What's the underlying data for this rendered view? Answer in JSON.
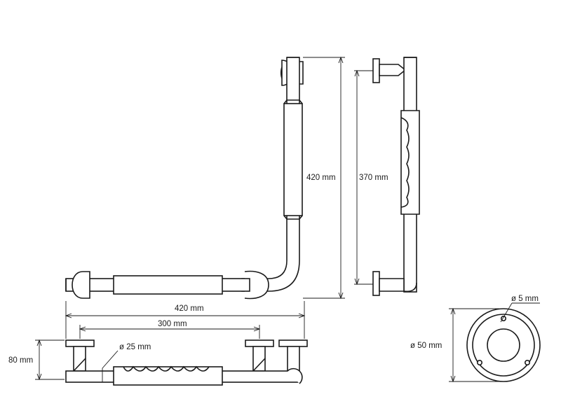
{
  "labels": {
    "side_height": "420 mm",
    "inner_height": "370 mm",
    "total_width": "420 mm",
    "mount_spacing": "300 mm",
    "height_80": "80 mm",
    "tube_diameter": "ø 25 mm",
    "flange_diameter": "ø 50 mm",
    "hole_diameter": "ø 5 mm"
  }
}
